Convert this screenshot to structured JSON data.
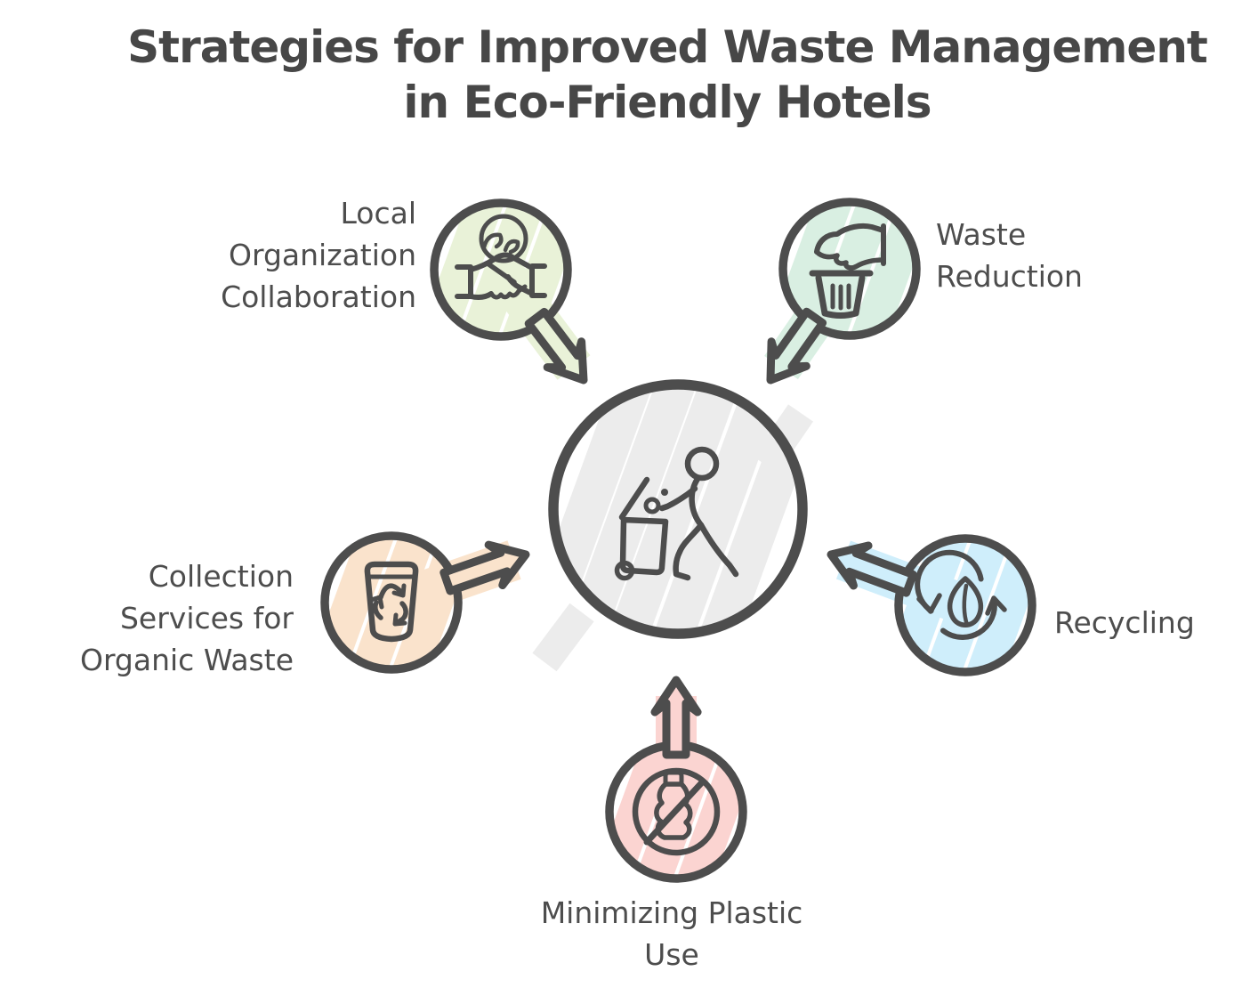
{
  "title": {
    "line1": "Strategies for Improved Waste Management",
    "line2": "in Eco-Friendly Hotels"
  },
  "colors": {
    "ink": "#4d4d4d",
    "title_text": "#474747",
    "label_text": "#4d4d4d"
  },
  "center": {
    "icon": "person-disposing-waste-icon",
    "highlight_color": "#ececec"
  },
  "nodes": [
    {
      "id": "local-organization-collaboration",
      "position": "top-left",
      "label_lines": [
        "Local",
        "Organization",
        "Collaboration"
      ],
      "icon": "handshake-collaboration-icon",
      "color": "#e9f2d8"
    },
    {
      "id": "waste-reduction",
      "position": "top-right",
      "label_lines": [
        "Waste",
        "Reduction"
      ],
      "icon": "hand-over-trash-icon",
      "color": "#d9efe2"
    },
    {
      "id": "collection-services-organic-waste",
      "position": "left",
      "label_lines": [
        "Collection",
        "Services for",
        "Organic Waste"
      ],
      "icon": "recycle-bin-icon",
      "color": "#fae3cc"
    },
    {
      "id": "recycling",
      "position": "right",
      "label_lines": [
        "Recycling"
      ],
      "icon": "leaf-recycle-icon",
      "color": "#cfeefb"
    },
    {
      "id": "minimizing-plastic-use",
      "position": "bottom",
      "label_lines": [
        "Minimizing Plastic",
        "Use"
      ],
      "icon": "no-plastic-bottle-icon",
      "color": "#fbd4d1"
    }
  ]
}
